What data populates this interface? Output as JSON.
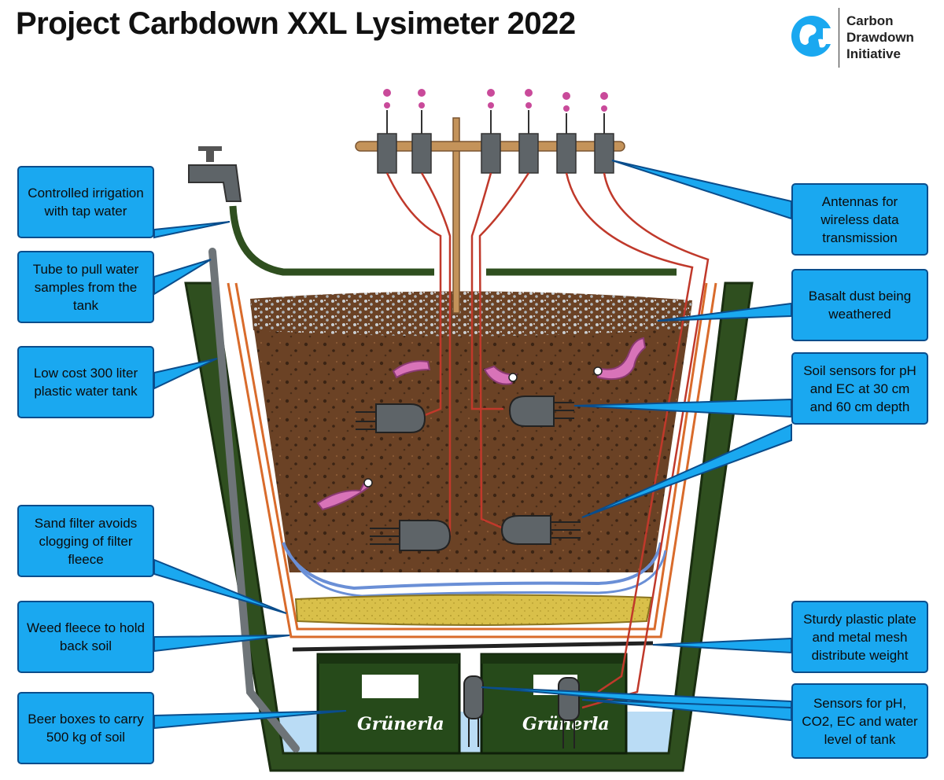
{
  "title": "Project Carbdown XXL Lysimeter 2022",
  "logo": {
    "line1": "Carbon",
    "line2": "Drawdown",
    "line3": "Initiative",
    "color": "#1aa8f0"
  },
  "crate_text": "Grünerla",
  "callouts": {
    "irrigation": "Controlled irrigation with tap water",
    "tube": "Tube to pull water samples from the tank",
    "tank": "Low cost 300 liter plastic water tank",
    "sand": "Sand filter avoids clogging of filter fleece",
    "fleece": "Weed fleece to hold back soil",
    "beer": "Beer boxes to carry 500 kg of soil",
    "antennas": "Antennas for wireless data transmission",
    "basalt": "Basalt dust being weathered",
    "soil_sensors": "Soil sensors for pH and EC at 30 cm and 60 cm depth",
    "plate": "Sturdy plastic plate and metal mesh distribute weight",
    "tank_sensors": "Sensors for pH, CO2, EC and water level of tank"
  },
  "colors": {
    "callout_fill": "#1aa8f0",
    "callout_border": "#0a4d8c",
    "soil": "#6b4225",
    "tank": "#2f4f1f",
    "sand": "#d9c04a",
    "worm": "#d873b8",
    "sensor": "#5e6468",
    "cable": "#c0392b"
  }
}
